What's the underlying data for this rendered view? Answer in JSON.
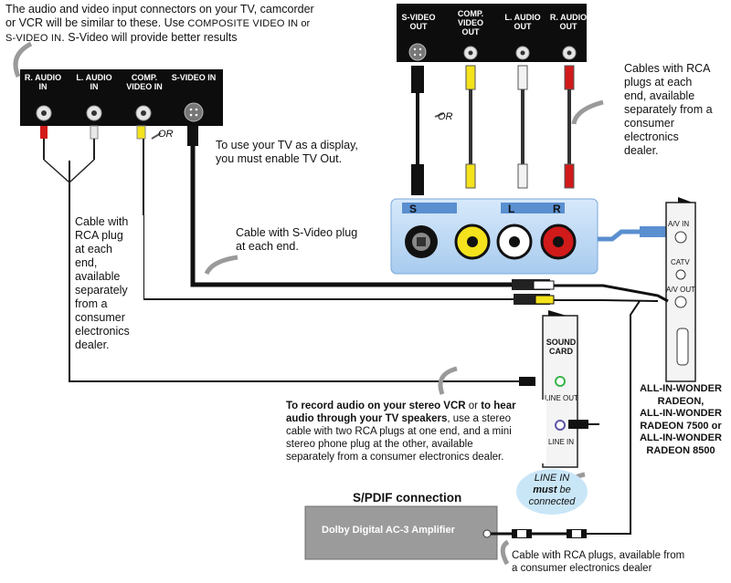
{
  "intro": {
    "line1": "The audio and video input connectors on your TV, camcorder",
    "line2": "or VCR will be similar to these. Use ",
    "line2_caps": "COMPOSITE VIDEO IN",
    "line2_end": " or",
    "line3_caps": "S-VIDEO IN",
    "line3_end": ". S-Video will provide better results"
  },
  "tv_panel": {
    "labels": [
      "R. AUDIO IN",
      "L. AUDIO IN",
      "COMP. VIDEO IN",
      "S-VIDEO IN"
    ]
  },
  "tv_out_note": {
    "line1": "To use your TV as a display,",
    "line2": "you must enable TV Out."
  },
  "source_panel": {
    "labels": [
      "S-VIDEO OUT",
      "COMP. VIDEO OUT",
      "L. AUDIO OUT",
      "R. AUDIO OUT"
    ]
  },
  "or_label": "OR",
  "rca_cables_note": {
    "lines": [
      "Cables with RCA",
      "plugs at each",
      "end,  available",
      "separately from a",
      "consumer",
      "electronics",
      "dealer."
    ]
  },
  "left_cable_note": {
    "lines": [
      "Cable with",
      "RCA plug",
      "at each",
      "end,",
      "available",
      "separately",
      "from a",
      "consumer",
      "electronics",
      "dealer."
    ]
  },
  "svideo_cable_note": {
    "line1": "Cable with S-Video plug",
    "line2": "at each end."
  },
  "adapter": {
    "letters": [
      "S",
      "L",
      "R"
    ]
  },
  "card_bracket": {
    "labels": [
      "A/V IN",
      "CATV",
      "A/V OUT"
    ]
  },
  "sound_card": {
    "title_line1": "SOUND",
    "title_line2": "CARD",
    "line_out": "LINE OUT",
    "line_in": "LINE IN"
  },
  "aiw_list": {
    "lines": [
      "ALL-IN-WONDER",
      "RADEON,",
      "ALL-IN-WONDER",
      "RADEON 7500 or",
      "ALL-IN-WONDER",
      "RADEON 8500"
    ]
  },
  "stereo_note": {
    "bold1": "To record audio on your stereo VCR",
    "normal1": " or ",
    "bold2": "to hear",
    "bold3": "audio through your TV speakers",
    "normal2": ", use a stereo",
    "line3": "cable with two RCA plugs at one end, and a mini",
    "line4": "stereo phone plug at the other, available",
    "line5": "separately from a consumer electronics dealer."
  },
  "line_in_note": {
    "line1": "LINE IN",
    "line2": "must",
    "line2b": " be",
    "line3": "connected"
  },
  "spdif": {
    "title": "S/PDIF connection",
    "amp_label": "Dolby Digital AC-3 Amplifier"
  },
  "bottom_note": {
    "line1": "Cable with RCA plugs, available from",
    "line2": "a consumer electronics dealer"
  },
  "colors": {
    "red": "#d11a1a",
    "yellow": "#f4e21c",
    "white": "#ffffff",
    "adapter_blue": "#bcd9f4",
    "adapter_dark": "#5a8fd0",
    "black": "#0d0d0d",
    "gray_amp": "#9b9b9b",
    "oval": "#c9e6f7"
  }
}
